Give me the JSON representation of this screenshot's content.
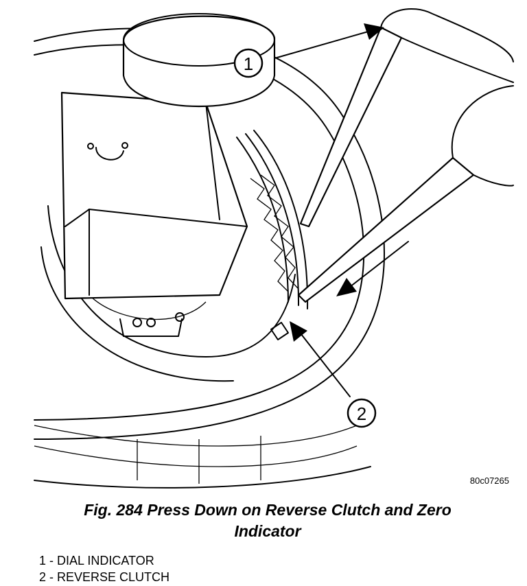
{
  "figure": {
    "reference_code": "80c07265",
    "callouts": [
      {
        "number": "1"
      },
      {
        "number": "2"
      }
    ]
  },
  "caption": {
    "line1": "Fig. 284 Press Down on Reverse Clutch and Zero",
    "line2": "Indicator"
  },
  "legend": [
    {
      "text": "1 - DIAL INDICATOR"
    },
    {
      "text": "2 - REVERSE CLUTCH"
    }
  ]
}
